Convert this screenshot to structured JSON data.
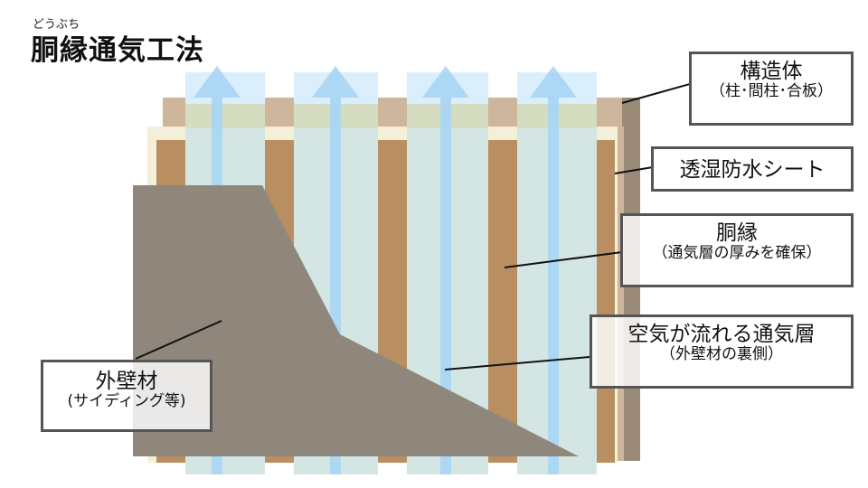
{
  "title": {
    "ruby": "どうぶち",
    "text": "胴縁通気工法"
  },
  "labels": {
    "structure": {
      "main": "構造体",
      "sub": "（柱･間柱･合板）"
    },
    "sheet": {
      "main": "透湿防水シート"
    },
    "furring": {
      "main": "胴縁",
      "sub": "（通気層の厚みを確保）"
    },
    "airlayer": {
      "main": "空気が流れる通気層",
      "sub": "（外壁材の裏側）"
    },
    "siding": {
      "main": "外壁材",
      "sub": "(サイディング等)"
    }
  },
  "colors": {
    "structure": "#cdb69b",
    "structure_edge": "#9a8a78",
    "sheet": "#f3efd8",
    "furring": "#b98f61",
    "air": "#d4e6e3",
    "arrow": "#a8d6f5",
    "siding": "#8f877c"
  }
}
